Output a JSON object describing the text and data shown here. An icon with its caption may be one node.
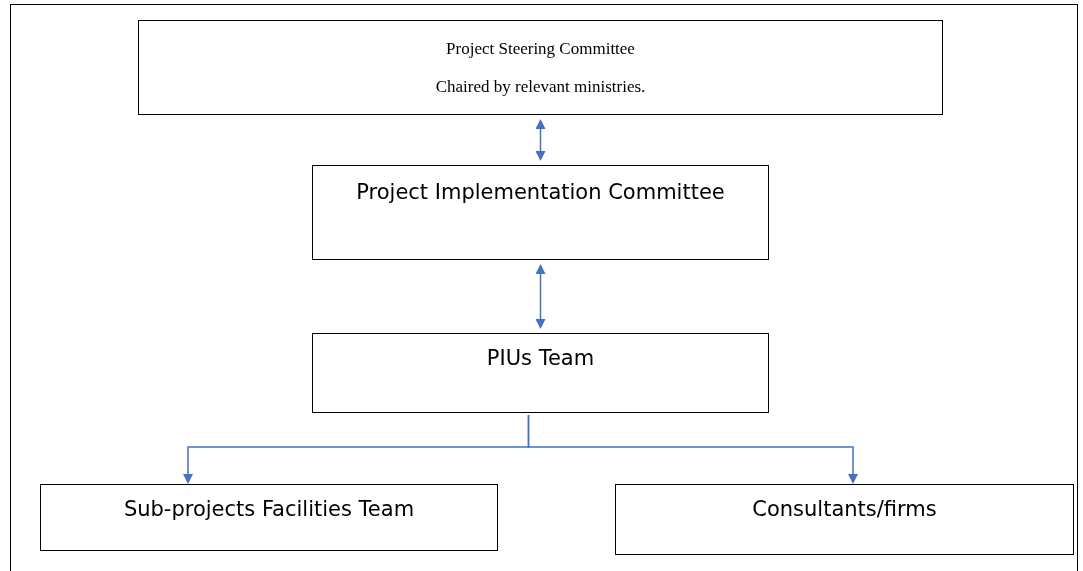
{
  "diagram": {
    "nodes": [
      {
        "text": [
          "Project Steering Committee",
          "Chaired by relevant ministries."
        ]
      },
      {
        "text": [
          "Project Implementation Committee"
        ]
      },
      {
        "text": [
          "PIUs Team"
        ]
      },
      {
        "text": [
          "Sub-projects Facilities Team"
        ]
      },
      {
        "text": [
          "Consultants/firms"
        ]
      }
    ],
    "edges": [
      {
        "from": 0,
        "to": 1,
        "arrow": "both"
      },
      {
        "from": 1,
        "to": 2,
        "arrow": "both"
      },
      {
        "from": 2,
        "to": 3,
        "arrow": "to"
      },
      {
        "from": 2,
        "to": 4,
        "arrow": "to"
      }
    ]
  }
}
